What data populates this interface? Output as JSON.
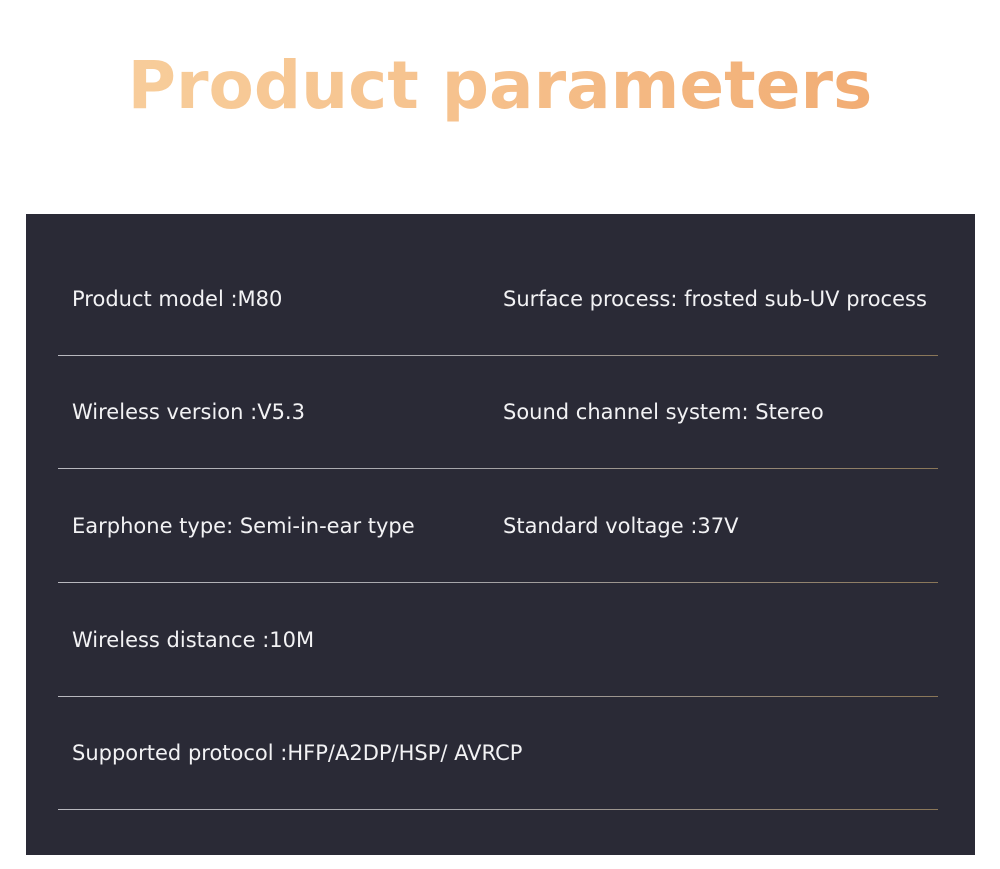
{
  "header": {
    "title": "Product parameters"
  },
  "colors": {
    "title_gradient_start": "#f8d19f",
    "title_gradient_end": "#f0a66c",
    "panel_background": "#2a2a36",
    "text": "#f2f2f4",
    "divider_light": "#b9b9bf",
    "divider_gold": "#8a7658"
  },
  "params": {
    "rows": [
      {
        "left": "Product model :M80",
        "right": "Surface process: frosted sub-UV process"
      },
      {
        "left": "Wireless version :V5.3",
        "right": "Sound channel system: Stereo"
      },
      {
        "left": "Earphone type: Semi-in-ear type",
        "right": "Standard voltage :37V"
      },
      {
        "left": "Wireless distance :10M",
        "right": ""
      },
      {
        "left": "Supported protocol :HFP/A2DP/HSP/ AVRCP",
        "right": ""
      }
    ]
  }
}
